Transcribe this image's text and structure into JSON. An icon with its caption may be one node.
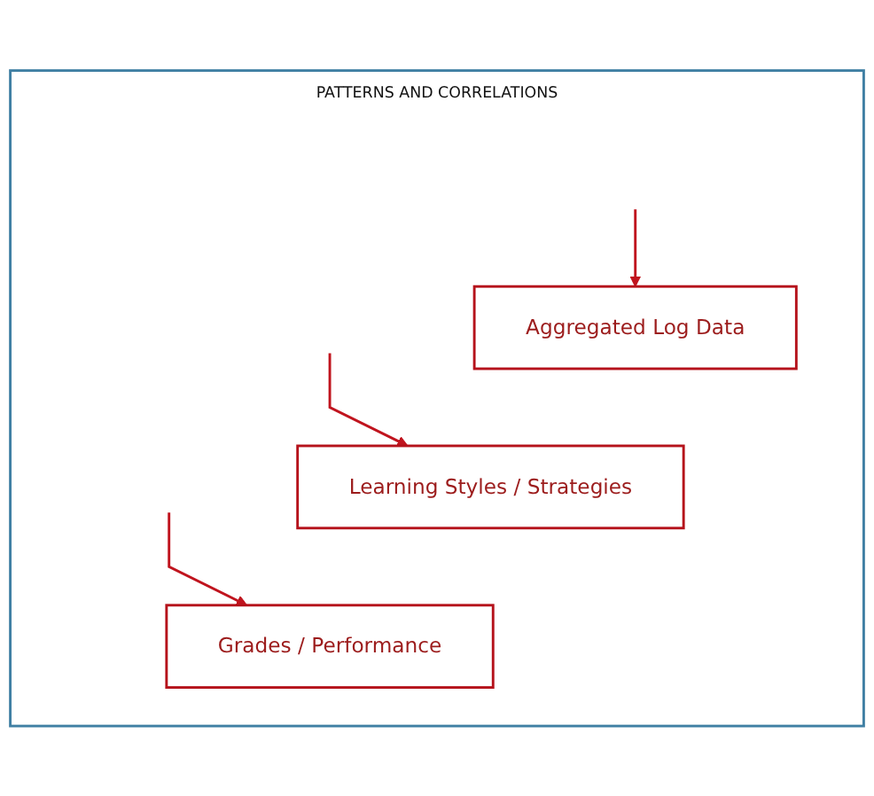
{
  "diagram": {
    "nodes": [
      {
        "text": [
          "PATTERNS AND CORRELATIONS"
        ]
      },
      {
        "text": [
          "Aggregated Log Data"
        ],
        "in": 0
      },
      {
        "text": [
          "Learning Styles / Strategies"
        ],
        "in": 0
      },
      {
        "text": [
          "Grades / Performance"
        ],
        "in": 0
      }
    ],
    "edges": [
      {
        "from": null,
        "to": 1,
        "arrow": "to"
      },
      {
        "from": null,
        "to": 2,
        "arrow": "to"
      },
      {
        "from": null,
        "to": 3,
        "arrow": "to"
      }
    ]
  }
}
